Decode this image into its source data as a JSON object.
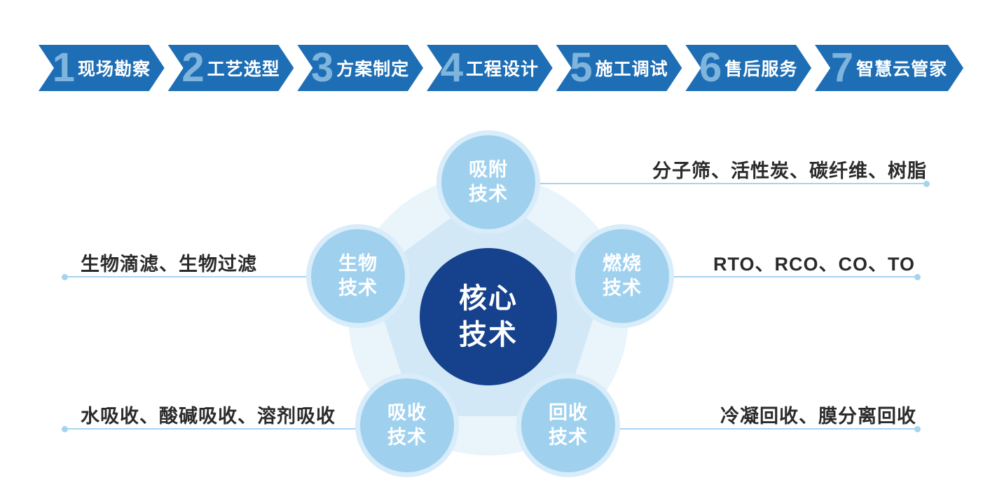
{
  "process_steps": [
    {
      "number": "1",
      "label": "现场勘察"
    },
    {
      "number": "2",
      "label": "工艺选型"
    },
    {
      "number": "3",
      "label": "方案制定"
    },
    {
      "number": "4",
      "label": "工程设计"
    },
    {
      "number": "5",
      "label": "施工调试"
    },
    {
      "number": "6",
      "label": "售后服务"
    },
    {
      "number": "7",
      "label": "智慧云管家"
    }
  ],
  "core_circle": {
    "label": "核心\n技术"
  },
  "technologies": {
    "adsorption": {
      "label": "吸附\n技术",
      "detail": "分子筛、活性炭、碳纤维、树脂"
    },
    "combustion": {
      "label": "燃烧\n技术",
      "detail": "RTO、RCO、CO、TO"
    },
    "recovery": {
      "label": "回收\n技术",
      "detail": "冷凝回收、膜分离回收"
    },
    "absorption": {
      "label": "吸收\n技术",
      "detail": "水吸收、酸碱吸收、溶剂吸收"
    },
    "bio": {
      "label": "生物\n技术",
      "detail": "生物滴滤、生物过滤"
    }
  },
  "colors": {
    "banner_blue": "#1e6eb5",
    "banner_number_blue": "#7fb4dd",
    "core_navy": "#16428d",
    "satellite_blue": "#9fd1ef",
    "halo_blue": "#d8ecf9",
    "pentagon_blue": "#d2e8f7",
    "bg_circle_blue": "#e9f4fb",
    "line_blue": "#a6d3ef",
    "text_dark": "#2b2b2b"
  }
}
